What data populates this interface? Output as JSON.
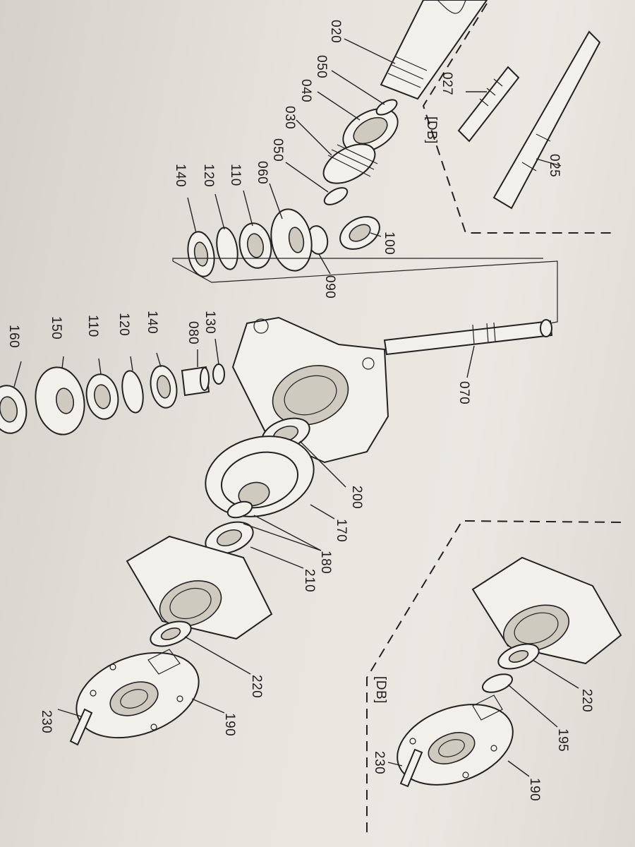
{
  "diagram": {
    "variant_label": "[DB]",
    "callouts": [
      {
        "id": "c020",
        "text": "020"
      },
      {
        "id": "c050a",
        "text": "050"
      },
      {
        "id": "c040",
        "text": "040"
      },
      {
        "id": "c030",
        "text": "030"
      },
      {
        "id": "c050b",
        "text": "050"
      },
      {
        "id": "c060",
        "text": "060"
      },
      {
        "id": "c110a",
        "text": "110"
      },
      {
        "id": "c120a",
        "text": "120"
      },
      {
        "id": "c140a",
        "text": "140"
      },
      {
        "id": "c100",
        "text": "100"
      },
      {
        "id": "c090",
        "text": "090"
      },
      {
        "id": "c027",
        "text": "027"
      },
      {
        "id": "c025",
        "text": "025"
      },
      {
        "id": "c070",
        "text": "070"
      },
      {
        "id": "c130",
        "text": "130"
      },
      {
        "id": "c080",
        "text": "080"
      },
      {
        "id": "c140b",
        "text": "140"
      },
      {
        "id": "c120b",
        "text": "120"
      },
      {
        "id": "c110b",
        "text": "110"
      },
      {
        "id": "c150",
        "text": "150"
      },
      {
        "id": "c160",
        "text": "160"
      },
      {
        "id": "c200",
        "text": "200"
      },
      {
        "id": "c170",
        "text": "170"
      },
      {
        "id": "c180",
        "text": "180"
      },
      {
        "id": "c210",
        "text": "210"
      },
      {
        "id": "c220a",
        "text": "220"
      },
      {
        "id": "c190a",
        "text": "190"
      },
      {
        "id": "c230a",
        "text": "230"
      },
      {
        "id": "c220b",
        "text": "220"
      },
      {
        "id": "c195",
        "text": "195"
      },
      {
        "id": "c190b",
        "text": "190"
      },
      {
        "id": "c230b",
        "text": "230"
      }
    ]
  }
}
